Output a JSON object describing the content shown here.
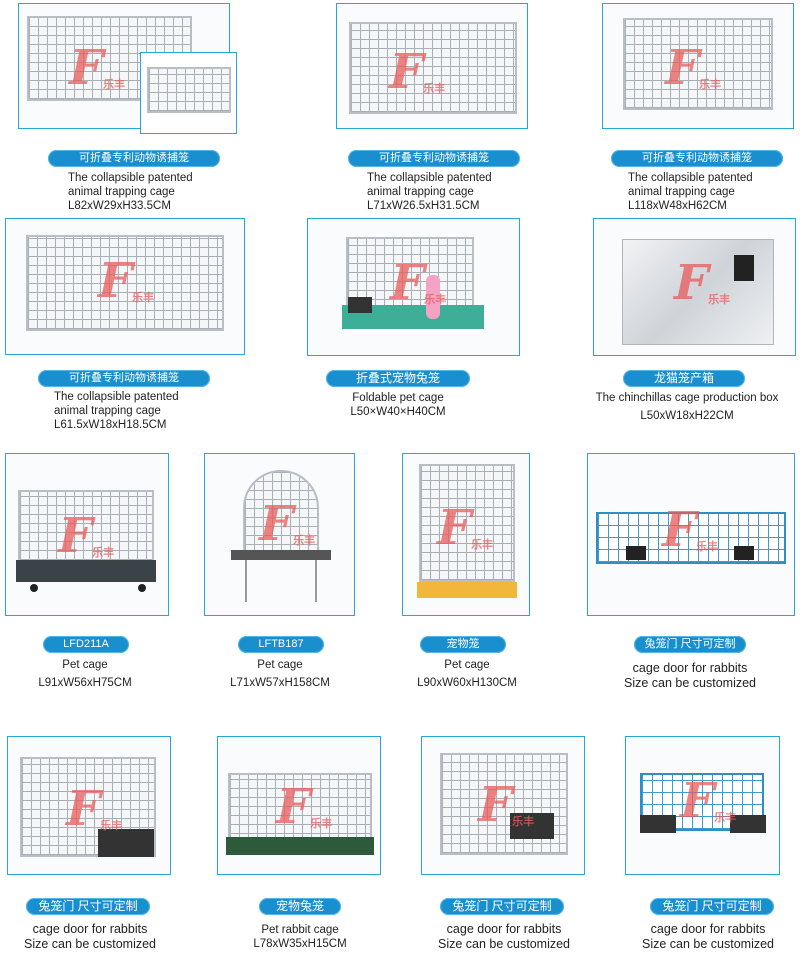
{
  "logo": {
    "glyph": "F",
    "text": "乐丰"
  },
  "products": [
    {
      "tag": "可折叠专利动物诱捕笼",
      "lines": [
        "The collapsible patented",
        "animal trapping cage",
        "L82xW29xH33.5CM"
      ]
    },
    {
      "tag": "可折叠专利动物诱捕笼",
      "lines": [
        "The collapsible patented",
        "animal trapping cage",
        "L71xW26.5xH31.5CM"
      ]
    },
    {
      "tag": "可折叠专利动物诱捕笼",
      "lines": [
        "The collapsible patented",
        "animal trapping cage",
        "L118xW48xH62CM"
      ]
    },
    {
      "tag": "可折叠专利动物诱捕笼",
      "lines": [
        "The collapsible patented",
        "animal trapping cage",
        "L61.5xW18xH18.5CM"
      ]
    },
    {
      "tag": "折叠式宠物兔笼",
      "lines": [
        "Foldable pet cage",
        "L50×W40×H40CM"
      ]
    },
    {
      "tag": "龙猫笼产箱",
      "lines": [
        "The chinchillas cage production box",
        "L50xW18xH22CM"
      ]
    },
    {
      "tag": "LFD211A",
      "lines": [
        "Pet cage",
        "L91xW56xH75CM"
      ]
    },
    {
      "tag": "LFTB187",
      "lines": [
        "Pet cage",
        "L71xW57xH158CM"
      ]
    },
    {
      "tag": "宠物笼",
      "lines": [
        "Pet cage",
        "L90xW60xH130CM"
      ]
    },
    {
      "tag": "兔笼门 尺寸可定制",
      "lines": [
        "cage door for rabbits",
        "Size can be customized"
      ]
    },
    {
      "tag": "兔笼门 尺寸可定制",
      "lines": [
        "cage door for rabbits",
        "Size can be customized"
      ]
    },
    {
      "tag": "宠物兔笼",
      "lines": [
        "Pet rabbit cage",
        "L78xW35xH15CM"
      ]
    },
    {
      "tag": "兔笼门 尺寸可定制",
      "lines": [
        "cage door for rabbits",
        "Size can be customized"
      ]
    },
    {
      "tag": "兔笼门 尺寸可定制",
      "lines": [
        "cage door for rabbits",
        "Size can be customized"
      ]
    }
  ]
}
